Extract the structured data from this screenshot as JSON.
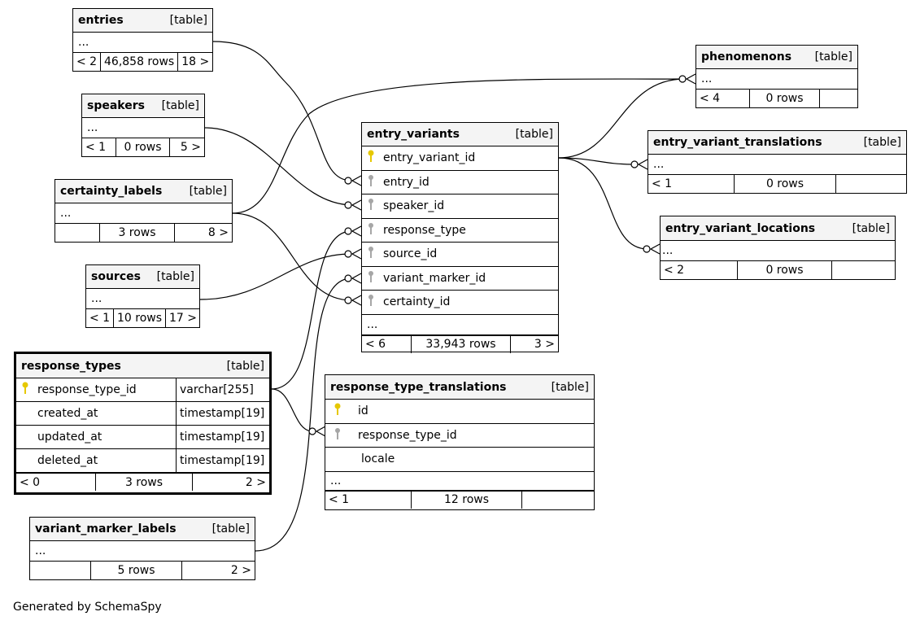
{
  "footer": "Generated by SchemaSpy",
  "table_tag": "[table]",
  "ellipsis": "...",
  "tables": {
    "entries": {
      "name": "entries",
      "foot": [
        "< 2",
        "46,858 rows",
        "18 >"
      ]
    },
    "speakers": {
      "name": "speakers",
      "foot": [
        "< 1",
        "0 rows",
        "5 >"
      ]
    },
    "certainty_labels": {
      "name": "certainty_labels",
      "foot": [
        "",
        "3 rows",
        "8 >"
      ]
    },
    "sources": {
      "name": "sources",
      "foot": [
        "< 1",
        "10 rows",
        "17 >"
      ]
    },
    "response_types": {
      "name": "response_types",
      "columns": [
        {
          "name": "response_type_id",
          "type": "varchar[255]",
          "key": "primary"
        },
        {
          "name": "created_at",
          "type": "timestamp[19]",
          "key": ""
        },
        {
          "name": "updated_at",
          "type": "timestamp[19]",
          "key": ""
        },
        {
          "name": "deleted_at",
          "type": "timestamp[19]",
          "key": ""
        }
      ],
      "foot": [
        "< 0",
        "3 rows",
        "2 >"
      ]
    },
    "variant_marker_labels": {
      "name": "variant_marker_labels",
      "foot": [
        "",
        "5 rows",
        "2 >"
      ]
    },
    "entry_variants": {
      "name": "entry_variants",
      "columns": [
        {
          "name": "entry_variant_id",
          "key": "primary"
        },
        {
          "name": "entry_id",
          "key": "foreign"
        },
        {
          "name": "speaker_id",
          "key": "foreign"
        },
        {
          "name": "response_type",
          "key": "foreign"
        },
        {
          "name": "source_id",
          "key": "foreign"
        },
        {
          "name": "variant_marker_id",
          "key": "foreign"
        },
        {
          "name": "certainty_id",
          "key": "foreign"
        }
      ],
      "foot": [
        "< 6",
        "33,943 rows",
        "3 >"
      ]
    },
    "response_type_translations": {
      "name": "response_type_translations",
      "columns": [
        {
          "name": "id",
          "key": "primary"
        },
        {
          "name": "response_type_id",
          "key": "foreign"
        },
        {
          "name": "locale",
          "key": ""
        }
      ],
      "foot": [
        "< 1",
        "12 rows",
        ""
      ]
    },
    "phenomenons": {
      "name": "phenomenons",
      "foot": [
        "< 4",
        "0 rows",
        ""
      ]
    },
    "entry_variant_translations": {
      "name": "entry_variant_translations",
      "foot": [
        "< 1",
        "0 rows",
        ""
      ]
    },
    "entry_variant_locations": {
      "name": "entry_variant_locations",
      "foot": [
        "< 2",
        "0 rows",
        ""
      ]
    }
  },
  "colors": {
    "primary_key": "#e6c800",
    "foreign_key": "#a6a6a6",
    "header_bg": "#f4f4f4"
  }
}
